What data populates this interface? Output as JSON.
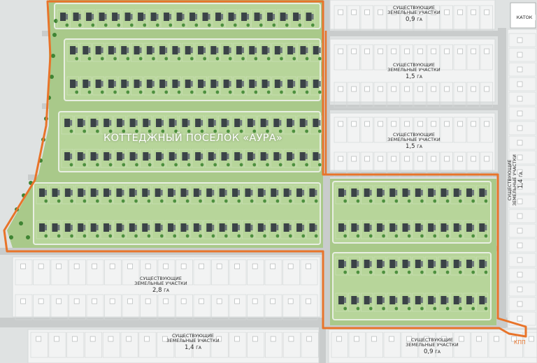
{
  "map": {
    "title": "КОТТЕДЖНЫЙ ПОСЕЛОК «АУРА»",
    "colors": {
      "boundary": "#e8742a",
      "cottage_zone": "#a9c98a",
      "existing_zone": "#f2f3f3",
      "road": "#c9cccc"
    }
  },
  "poi": {
    "rink": "КАТОК",
    "checkpoint": "КПП"
  },
  "existing_plots": [
    {
      "id": "top-right",
      "label_line1": "СУЩЕСТВУЮЩИЕ",
      "label_line2": "ЗЕМЕЛЬНЫЕ УЧАСТКИ",
      "area_value": "0,9",
      "area_unit": "ГА"
    },
    {
      "id": "mid-right-1",
      "label_line1": "СУЩЕСТВУЮЩИЕ",
      "label_line2": "ЗЕМЕЛЬНЫЕ УЧАСТКИ",
      "area_value": "1,5",
      "area_unit": "ГА"
    },
    {
      "id": "mid-right-2",
      "label_line1": "СУЩЕСТВУЮЩИЕ",
      "label_line2": "ЗЕМЕЛЬНЫЕ УЧАСТКИ",
      "area_value": "1,5",
      "area_unit": "ГА"
    },
    {
      "id": "right-strip",
      "label_line1": "СУЩЕСТВУЮЩИЕ",
      "label_line2": "ЗЕМЕЛЬНЫЕ УЧАСТКИ",
      "area_value": "1,4",
      "area_unit": "ГА"
    },
    {
      "id": "bottom-left",
      "label_line1": "СУЩЕСТВУЮЩИЕ",
      "label_line2": "ЗЕМЕЛЬНЫЕ УЧАСТКИ",
      "area_value": "2,8",
      "area_unit": "ГА"
    },
    {
      "id": "bottom-mid",
      "label_line1": "СУЩЕСТВУЮЩИЕ",
      "label_line2": "ЗЕМЕЛЬНЫЕ УЧАСТКИ",
      "area_value": "1,4",
      "area_unit": "ГА"
    },
    {
      "id": "bottom-right",
      "label_line1": "СУЩЕСТВУЮЩИЕ",
      "label_line2": "ЗЕМЕЛЬНЫЕ УЧАСТКИ",
      "area_value": "0,9",
      "area_unit": "ГА"
    }
  ]
}
